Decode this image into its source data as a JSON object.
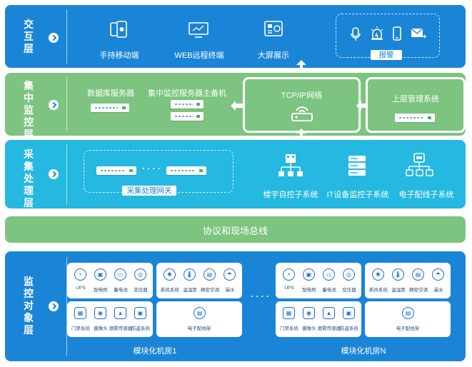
{
  "layers": {
    "interaction": {
      "label": "交互层",
      "items": [
        "手持移动端",
        "WEB远程终端",
        "大屏展示"
      ],
      "alarm": "报警"
    },
    "monitor": {
      "label": "集中监控层",
      "items": [
        "数据库服务器",
        "集中监控服务器主备机"
      ],
      "network": "TCP/IP网络",
      "upper": "上层管理系统"
    },
    "collect": {
      "label": "采集处理层",
      "gateway": "采集处理网关",
      "dots": "· · · ·",
      "systems": [
        "楼宇自控子系统",
        "IT设备监控子系统",
        "电子配线子系统"
      ]
    },
    "bus": {
      "label": "协议和现场总线"
    },
    "objects": {
      "label": "监控对象层",
      "group1": [
        "UPS",
        "配电柜",
        "蓄电池",
        "变压器"
      ],
      "group2": [
        "新风系统",
        "温湿度",
        "精密空调",
        "漏水"
      ],
      "group3": [
        "门禁系统",
        "摄像头",
        "烟雾传感器",
        "防盗系统"
      ],
      "wiring": "电子配线架",
      "dots": "· · · ·",
      "rooms": [
        "模块化机房1",
        "模块化机房N"
      ]
    }
  },
  "colors": {
    "blue": "#1a85d6",
    "green": "#7cc47f",
    "cyan": "#25b8e0"
  }
}
